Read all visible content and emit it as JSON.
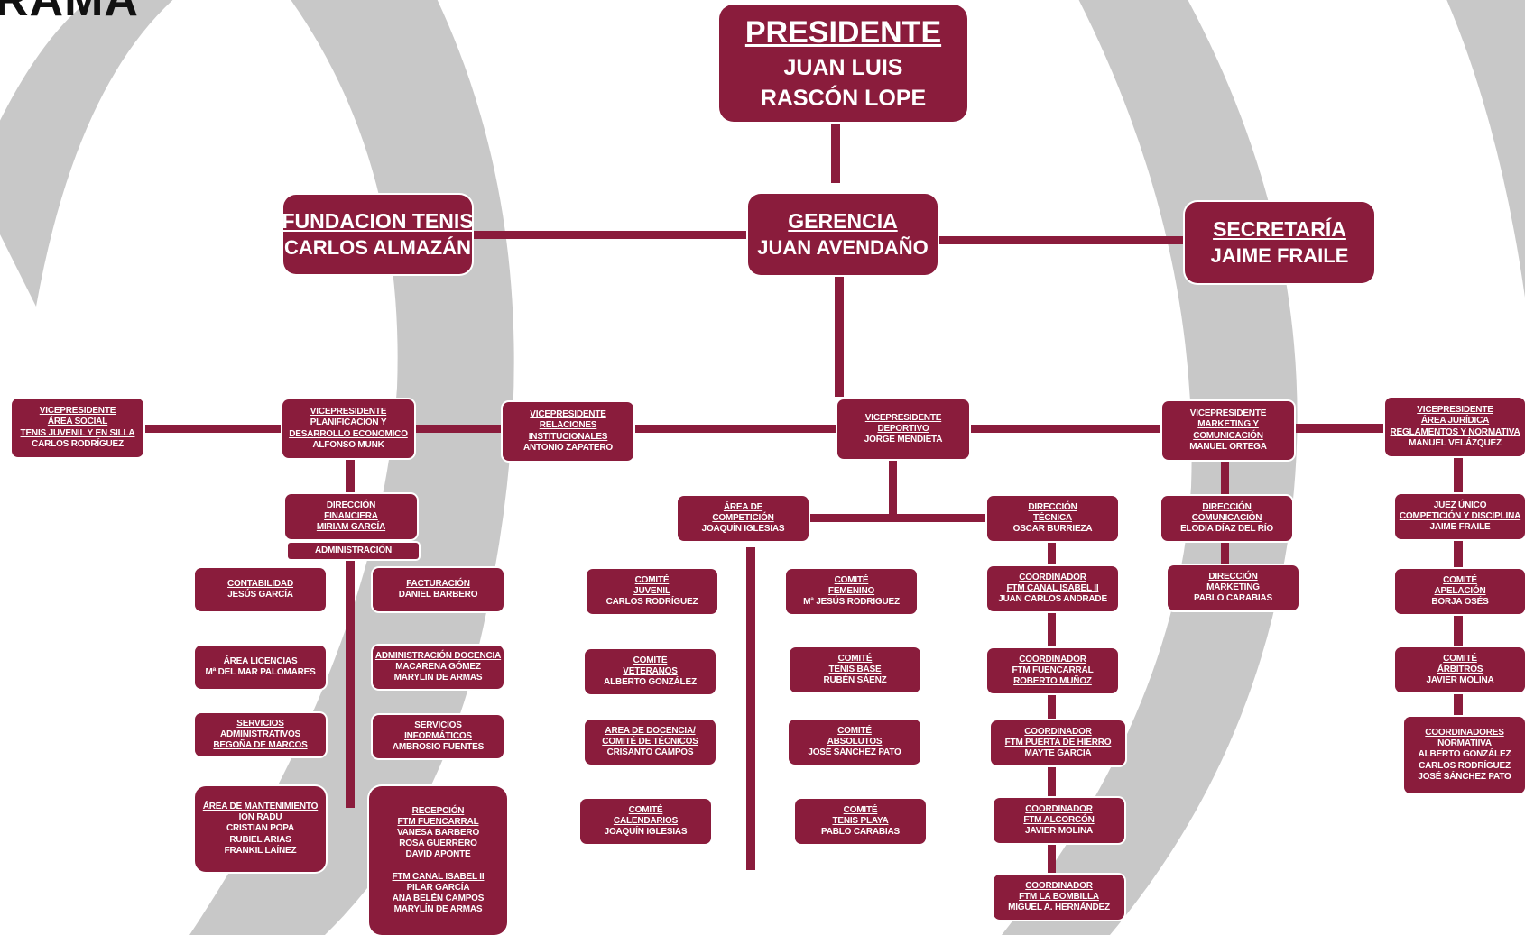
{
  "heading": "RAMA",
  "colors": {
    "primary": "#8a1c3c",
    "background_arc": "#c8c8c8",
    "text": "#ffffff"
  },
  "boxes": {
    "presidente": {
      "title": "PRESIDENTE",
      "lines": [
        "JUAN LUIS",
        "RASCÓN LOPE"
      ]
    },
    "gerencia": {
      "title": "GERENCIA",
      "lines": [
        "JUAN AVENDAÑO"
      ]
    },
    "fundacion": {
      "title": "FUNDACION TENIS",
      "lines": [
        "CARLOS ALMAZÁN"
      ]
    },
    "secretaria": {
      "title": "SECRETARÍA",
      "lines": [
        "JAIME FRAILE"
      ]
    },
    "vp_social": {
      "title": [
        "VICEPRESIDENTE",
        "ÁREA SOCIAL",
        "TENIS JUVENIL Y EN SILLA"
      ],
      "lines": [
        "CARLOS  RODRÍGUEZ"
      ]
    },
    "vp_planificacion": {
      "title": [
        "VICEPRESIDENTE",
        "PLANIFICACION Y",
        "DESARROLLO ECONOMICO"
      ],
      "lines": [
        "ALFONSO MUNK"
      ]
    },
    "vp_relaciones": {
      "title": [
        "VICEPRESIDENTE",
        "RELACIONES",
        "INSTITUCIONALES"
      ],
      "lines": [
        "ANTONIO ZAPATERO"
      ]
    },
    "vp_deportivo": {
      "title": [
        "VICEPRESIDENTE",
        "DEPORTIVO"
      ],
      "lines": [
        "JORGE MENDIETA"
      ]
    },
    "vp_marketing": {
      "title": [
        "VICEPRESIDENTE",
        "MARKETING Y",
        "COMUNICACIÓN"
      ],
      "lines": [
        "MANUEL ORTEGA"
      ]
    },
    "vp_juridica": {
      "title": [
        "VICEPRESIDENTE",
        "ÁREA JURÍDICA",
        "REGLAMENTOS Y NORMATIVA"
      ],
      "lines": [
        "MANUEL VELÁZQUEZ"
      ]
    },
    "dir_financiera": {
      "title": [
        "DIRECCIÓN",
        "FINANCIERA",
        "MIRIAM GARCÍA"
      ],
      "lines": []
    },
    "administracion": {
      "title": [],
      "lines": [
        "ADMINISTRACIÓN"
      ]
    },
    "contabilidad": {
      "title": [
        "CONTABILIDAD"
      ],
      "lines": [
        "JESÚS GARCÍA"
      ]
    },
    "facturacion": {
      "title": [
        "FACTURACIÓN"
      ],
      "lines": [
        "DANIEL BARBERO"
      ]
    },
    "area_licencias": {
      "title": [
        "ÁREA LICENCIAS"
      ],
      "lines": [
        "Mª DEL MAR PALOMARES"
      ]
    },
    "admin_docencia": {
      "title": [
        "ADMINISTRACIÓN DOCENCIA"
      ],
      "lines": [
        "MACARENA GÓMEZ",
        "MARYLIN DE ARMAS"
      ]
    },
    "servicios_admin": {
      "title": [
        "SERVICIOS",
        "ADMINISTRATIVOS",
        "BEGOÑA DE MARCOS"
      ],
      "lines": []
    },
    "servicios_inf": {
      "title": [
        "SERVICIOS",
        "INFORMÁTICOS"
      ],
      "lines": [
        "AMBROSIO FUENTES"
      ]
    },
    "mantenimiento": {
      "title": [
        "ÁREA DE MANTENIMIENTO"
      ],
      "lines": [
        "ION RADU",
        "CRISTIAN POPA",
        "RUBIEL ARIAS",
        "FRANKIL LAÍNEZ"
      ]
    },
    "recepcion": {
      "title": [
        "RECEPCIÓN",
        "FTM FUENCARRAL"
      ],
      "lines": [
        "VANESA BARBERO",
        "ROSA GUERRERO",
        "DAVID APONTE"
      ],
      "title2": [
        "FTM CANAL ISABEL II"
      ],
      "lines2": [
        "PILAR GARCÍA",
        "ANA BELÉN CAMPOS",
        "MARYLÍN DE ARMAS"
      ]
    },
    "area_competicion": {
      "title": [
        "ÁREA DE",
        "COMPETICIÓN"
      ],
      "lines": [
        "JOAQUÍN IGLESIAS"
      ]
    },
    "dir_tecnica": {
      "title": [
        "DIRECCIÓN",
        "TÉCNICA"
      ],
      "lines": [
        "OSCAR BURRIEZA"
      ]
    },
    "comite_juvenil": {
      "title": [
        "COMITÉ",
        "JUVENIL"
      ],
      "lines": [
        "CARLOS RODRÍGUEZ"
      ]
    },
    "comite_femenino": {
      "title": [
        "COMITÉ",
        "FEMENINO"
      ],
      "lines": [
        "Mª JESÚS RODRIGUEZ"
      ]
    },
    "comite_veteranos": {
      "title": [
        "COMITÉ",
        "VETERANOS"
      ],
      "lines": [
        "ALBERTO GONZÁLEZ"
      ]
    },
    "comite_tenis_base": {
      "title": [
        "COMITÉ",
        "TENIS BASE"
      ],
      "lines": [
        "RUBÉN SÁENZ"
      ]
    },
    "area_docencia": {
      "title": [
        "AREA DE  DOCENCIA/",
        "COMITÉ DE TÉCNICOS"
      ],
      "lines": [
        "CRISANTO CAMPOS"
      ]
    },
    "comite_absolutos": {
      "title": [
        "COMITÉ",
        "ABSOLUTOS"
      ],
      "lines": [
        "JOSÉ SÁNCHEZ PATO"
      ]
    },
    "comite_calendarios": {
      "title": [
        "COMITÉ",
        "CALENDARIOS"
      ],
      "lines": [
        "JOAQUÍN IGLESIAS"
      ]
    },
    "comite_playa": {
      "title": [
        "COMITÉ",
        "TENIS PLAYA"
      ],
      "lines": [
        "PABLO CARABIAS"
      ]
    },
    "coord_canal": {
      "title": [
        "COORDINADOR",
        "FTM CANAL ISABEL II"
      ],
      "lines": [
        "JUAN CARLOS ANDRADE"
      ]
    },
    "coord_fuencarral": {
      "title": [
        "COORDINADOR",
        "FTM FUENCARRAL",
        "ROBERTO MUÑOZ"
      ],
      "lines": []
    },
    "coord_puerta": {
      "title": [
        "COORDINADOR",
        "FTM PUERTA DE HIERRO"
      ],
      "lines": [
        "MAYTE GARCIA"
      ]
    },
    "coord_alcorcon": {
      "title": [
        "COORDINADOR",
        "FTM ALCORCÓN"
      ],
      "lines": [
        "JAVIER MOLINA"
      ]
    },
    "coord_bombilla": {
      "title": [
        "COORDINADOR",
        "FTM LA BOMBILLA"
      ],
      "lines": [
        "MIGUEL A. HERNÁNDEZ"
      ]
    },
    "dir_comunicacion": {
      "title": [
        "DIRECCIÓN",
        "COMUNICACIÓN"
      ],
      "lines": [
        "ELODIA DÍAZ DEL RÍO"
      ]
    },
    "dir_marketing": {
      "title": [
        "DIRECCIÓN",
        "MARKETING"
      ],
      "lines": [
        "PABLO CARABIAS"
      ]
    },
    "juez_unico": {
      "title": [
        "JUEZ ÚNICO",
        "COMPETICIÓN Y DISCIPLINA"
      ],
      "lines": [
        "JAIME FRAILE"
      ]
    },
    "comite_apelacion": {
      "title": [
        "COMITÉ",
        "APELACIÓN"
      ],
      "lines": [
        "BORJA  OSÉS"
      ]
    },
    "comite_arbitros": {
      "title": [
        "COMITÉ",
        "ÁRBITROS"
      ],
      "lines": [
        "JAVIER MOLINA"
      ]
    },
    "coordinadores_normativa": {
      "title": [
        "COORDINADORES",
        "NORMATIIVA"
      ],
      "lines": [
        "ALBERTO GONZÁLEZ",
        "CARLOS RODRÍGUEZ",
        "JOSÉ SÁNCHEZ PATO"
      ]
    }
  }
}
